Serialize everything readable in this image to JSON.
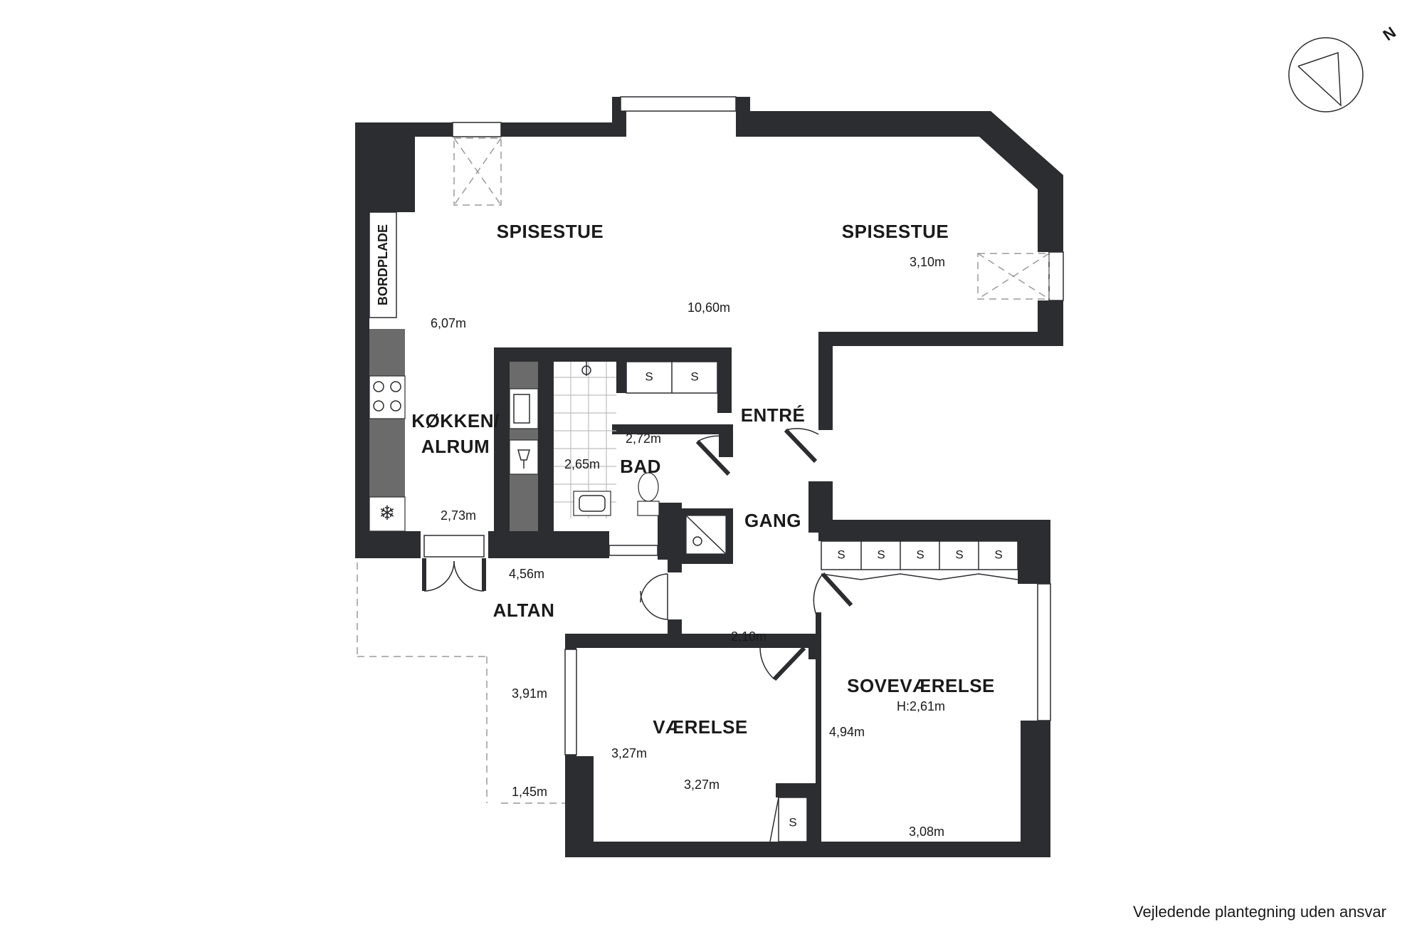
{
  "rooms": {
    "spisestue_left": "SPISESTUE",
    "spisestue_right": "SPISESTUE",
    "bordplade": "BORDPLADE",
    "kitchen_line1": "KØKKEN/",
    "kitchen_line2": "ALRUM",
    "bad": "BAD",
    "entre": "ENTRÉ",
    "gang": "GANG",
    "altan": "ALTAN",
    "vaerelse": "VÆRELSE",
    "sovevaerelse": "SOVEVÆRELSE",
    "sovevaerelse_height": "H:2,61m"
  },
  "dimensions": {
    "spisestue_width": "3,10m",
    "living_length": "10,60m",
    "kitchen_length": "6,07m",
    "kitchen_width": "2,73m",
    "bad_width": "2,72m",
    "bad_height": "2,65m",
    "altan_width": "4,56m",
    "gang_width": "2,10m",
    "altan_depth": "3,91m",
    "altan_small": "1,45m",
    "vaerelse_depth": "3,27m",
    "vaerelse_width": "3,27m",
    "sove_depth": "4,94m",
    "sove_width": "3,08m"
  },
  "storage_label": "S",
  "compass_label": "N",
  "disclaimer": "Vejledende plantegning uden ansvar"
}
